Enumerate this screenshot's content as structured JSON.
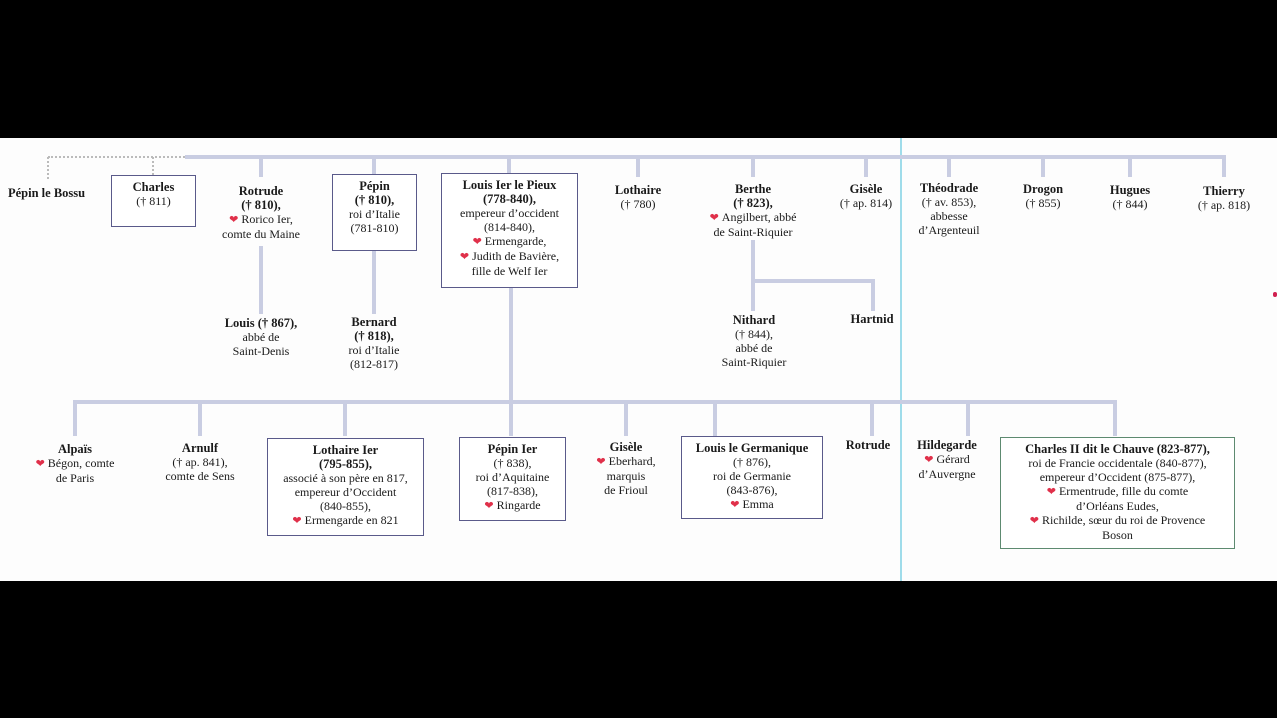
{
  "title": "Carolingian family tree",
  "colors": {
    "line": "#c9cde2",
    "box_border": "#5a5a8a",
    "heart": "#e0304a",
    "spine": "#9fdcea"
  },
  "generation1": [
    {
      "id": "pepin_bossu",
      "lines": [
        {
          "t": "Pépin le Bossu",
          "b": true
        }
      ]
    },
    {
      "id": "charles",
      "box": true,
      "lines": [
        {
          "t": "Charles",
          "b": true
        },
        {
          "t": "(† 811)"
        }
      ]
    },
    {
      "id": "rotrude",
      "lines": [
        {
          "t": "Rotrude",
          "b": true
        },
        {
          "t": "(† 810),",
          "b": true
        },
        {
          "t": "Rorico Ier,",
          "h": true
        },
        {
          "t": "comte du Maine"
        }
      ]
    },
    {
      "id": "pepin",
      "box": true,
      "lines": [
        {
          "t": "Pépin",
          "b": true
        },
        {
          "t": "(† 810),",
          "b": true
        },
        {
          "t": "roi d’Italie"
        },
        {
          "t": "(781-810)"
        }
      ]
    },
    {
      "id": "louis_pieux",
      "box": true,
      "lines": [
        {
          "t": "Louis Ier le Pieux",
          "b": true
        },
        {
          "t": "(778-840),",
          "b": true
        },
        {
          "t": "empereur d’occident"
        },
        {
          "t": "(814-840),"
        },
        {
          "t": "Ermengarde,",
          "h": true
        },
        {
          "t": "Judith de Bavière,",
          "h": true
        },
        {
          "t": "fille de Welf Ier"
        }
      ]
    },
    {
      "id": "lothaire",
      "lines": [
        {
          "t": "Lothaire",
          "b": true
        },
        {
          "t": "(† 780)"
        }
      ]
    },
    {
      "id": "berthe",
      "lines": [
        {
          "t": "Berthe",
          "b": true
        },
        {
          "t": "(† 823),",
          "b": true
        },
        {
          "t": "Angilbert, abbé",
          "h": true
        },
        {
          "t": "de Saint-Riquier"
        }
      ]
    },
    {
      "id": "gisele1",
      "lines": [
        {
          "t": "Gisèle",
          "b": true
        },
        {
          "t": "(† ap. 814)"
        }
      ]
    },
    {
      "id": "theodrade",
      "lines": [
        {
          "t": "Théodrade",
          "b": true
        },
        {
          "t": "(† av. 853),"
        },
        {
          "t": "abbesse"
        },
        {
          "t": "d’Argenteuil"
        }
      ]
    },
    {
      "id": "drogon",
      "lines": [
        {
          "t": "Drogon",
          "b": true
        },
        {
          "t": "(† 855)"
        }
      ]
    },
    {
      "id": "hugues",
      "lines": [
        {
          "t": "Hugues",
          "b": true
        },
        {
          "t": "(† 844)"
        }
      ]
    },
    {
      "id": "thierry",
      "lines": [
        {
          "t": "Thierry",
          "b": true
        },
        {
          "t": "(† ap. 818)"
        }
      ]
    }
  ],
  "grandchildren": [
    {
      "id": "louis_867",
      "lines": [
        {
          "t": "Louis († 867),",
          "b": true
        },
        {
          "t": "abbé de"
        },
        {
          "t": "Saint-Denis"
        }
      ]
    },
    {
      "id": "bernard",
      "lines": [
        {
          "t": "Bernard",
          "b": true
        },
        {
          "t": "(† 818),",
          "b": true
        },
        {
          "t": "roi d’Italie"
        },
        {
          "t": "(812-817)"
        }
      ]
    },
    {
      "id": "nithard",
      "lines": [
        {
          "t": "Nithard",
          "b": true
        },
        {
          "t": "(† 844),"
        },
        {
          "t": "abbé de"
        },
        {
          "t": "Saint-Riquier"
        }
      ]
    },
    {
      "id": "hartnid",
      "lines": [
        {
          "t": "Hartnid",
          "b": true
        }
      ]
    }
  ],
  "generation3": [
    {
      "id": "alpais",
      "lines": [
        {
          "t": "Alpaïs",
          "b": true
        },
        {
          "t": "Bégon, comte",
          "h": true
        },
        {
          "t": "de Paris"
        }
      ]
    },
    {
      "id": "arnulf",
      "lines": [
        {
          "t": "Arnulf",
          "b": true
        },
        {
          "t": "(† ap. 841),"
        },
        {
          "t": "comte de Sens"
        }
      ]
    },
    {
      "id": "lothaire1",
      "box": true,
      "lines": [
        {
          "t": "Lothaire Ier",
          "b": true
        },
        {
          "t": "(795-855),",
          "b": true
        },
        {
          "t": "associé à son père en 817,"
        },
        {
          "t": "empereur d’Occident"
        },
        {
          "t": "(840-855),"
        },
        {
          "t": "Ermengarde en 821",
          "h": true
        }
      ]
    },
    {
      "id": "pepin1",
      "box": true,
      "lines": [
        {
          "t": "Pépin Ier",
          "b": true
        },
        {
          "t": "(† 838),"
        },
        {
          "t": "roi d’Aquitaine"
        },
        {
          "t": "(817-838),"
        },
        {
          "t": "Ringarde",
          "h": true
        }
      ]
    },
    {
      "id": "gisele2",
      "lines": [
        {
          "t": "Gisèle",
          "b": true
        },
        {
          "t": "Eberhard,",
          "h": true
        },
        {
          "t": "marquis"
        },
        {
          "t": "de Frioul"
        }
      ]
    },
    {
      "id": "louis_germ",
      "box": true,
      "lines": [
        {
          "t": "Louis le Germanique",
          "b": true
        },
        {
          "t": "(† 876),"
        },
        {
          "t": "roi de Germanie"
        },
        {
          "t": "(843-876),"
        },
        {
          "t": "Emma",
          "h": true
        }
      ]
    },
    {
      "id": "rotrude2",
      "lines": [
        {
          "t": "Rotrude",
          "b": true
        }
      ]
    },
    {
      "id": "hildegarde",
      "lines": [
        {
          "t": "Hildegarde",
          "b": true
        },
        {
          "t": "Gérard",
          "h": true
        },
        {
          "t": "d’Auvergne"
        }
      ]
    },
    {
      "id": "charles2",
      "box": true,
      "green": true,
      "lines": [
        {
          "t": "Charles II dit le Chauve (823-877),",
          "b": true
        },
        {
          "t": "roi de Francie occidentale (840-877),"
        },
        {
          "t": "empereur d’Occident (875-877),"
        },
        {
          "t": "Ermentrude, fille du comte",
          "h": true
        },
        {
          "t": "d’Orléans Eudes,"
        },
        {
          "t": "Richilde, sœur du roi de Provence",
          "h": true
        },
        {
          "t": "Boson"
        }
      ]
    }
  ]
}
